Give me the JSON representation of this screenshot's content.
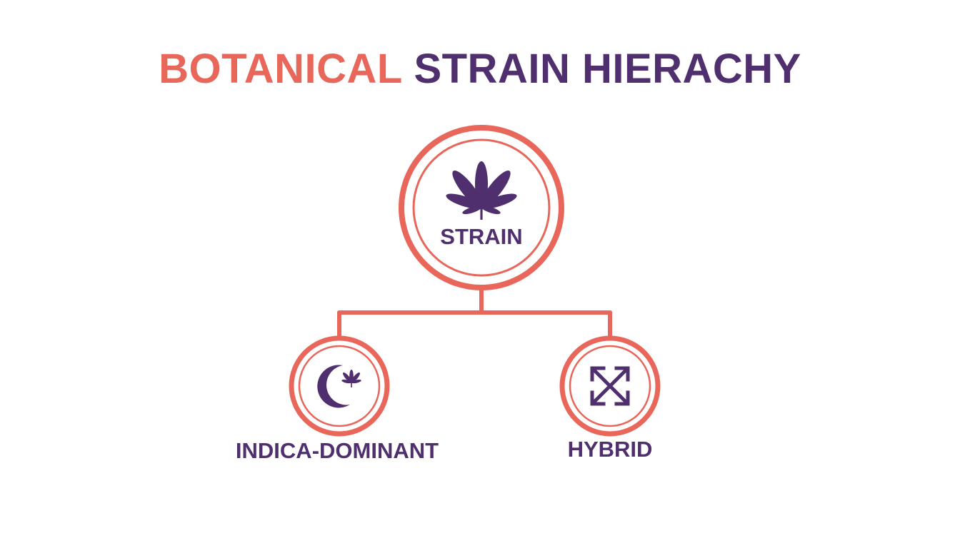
{
  "title": {
    "part1": "BOTANICAL",
    "part2": "STRAIN HIERACHY"
  },
  "colors": {
    "accent": "#e8675a",
    "primary": "#4f2f6e",
    "background": "#ffffff"
  },
  "nodes": {
    "root": {
      "label": "STRAIN",
      "icon": "cannabis-leaf-icon"
    },
    "children": [
      {
        "label": "INDICA-DOMINANT",
        "icon": "moon-leaf-icon"
      },
      {
        "label": "HYBRID",
        "icon": "crossed-arrows-icon"
      }
    ]
  }
}
